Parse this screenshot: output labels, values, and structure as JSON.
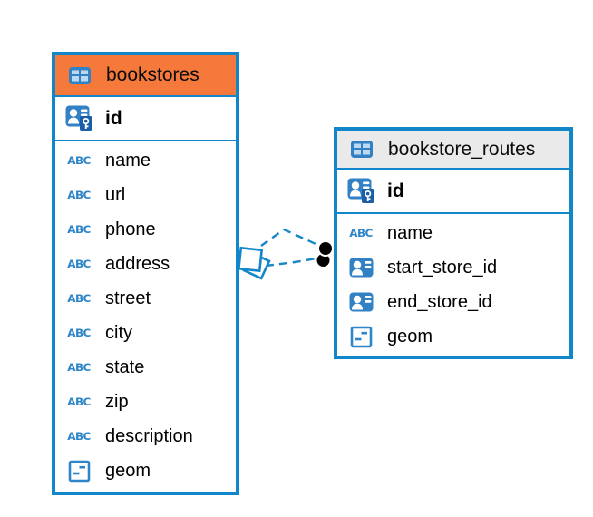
{
  "diagram": {
    "accent_color": "#1187C9",
    "icon_text_glyph": "ABC",
    "tables": [
      {
        "name": "bookstores",
        "header_color": "#F6793C",
        "icon": "table",
        "key_column": {
          "name": "id",
          "icon": "primary-key"
        },
        "columns": [
          {
            "name": "name",
            "icon": "text"
          },
          {
            "name": "url",
            "icon": "text"
          },
          {
            "name": "phone",
            "icon": "text"
          },
          {
            "name": "address",
            "icon": "text"
          },
          {
            "name": "street",
            "icon": "text"
          },
          {
            "name": "city",
            "icon": "text"
          },
          {
            "name": "state",
            "icon": "text"
          },
          {
            "name": "zip",
            "icon": "text"
          },
          {
            "name": "description",
            "icon": "text"
          },
          {
            "name": "geom",
            "icon": "geometry"
          }
        ]
      },
      {
        "name": "bookstore_routes",
        "header_color": "#EAEAEA",
        "icon": "table",
        "key_column": {
          "name": "id",
          "icon": "primary-key"
        },
        "columns": [
          {
            "name": "name",
            "icon": "text"
          },
          {
            "name": "start_store_id",
            "icon": "reference"
          },
          {
            "name": "end_store_id",
            "icon": "reference"
          },
          {
            "name": "geom",
            "icon": "geometry"
          }
        ]
      }
    ],
    "connector": {
      "line_count": 2,
      "line_style": "dashed",
      "line_color": "#1787C9",
      "source_marker": "overlapping-squares",
      "target_marker": "overlapping-black-dots"
    }
  }
}
